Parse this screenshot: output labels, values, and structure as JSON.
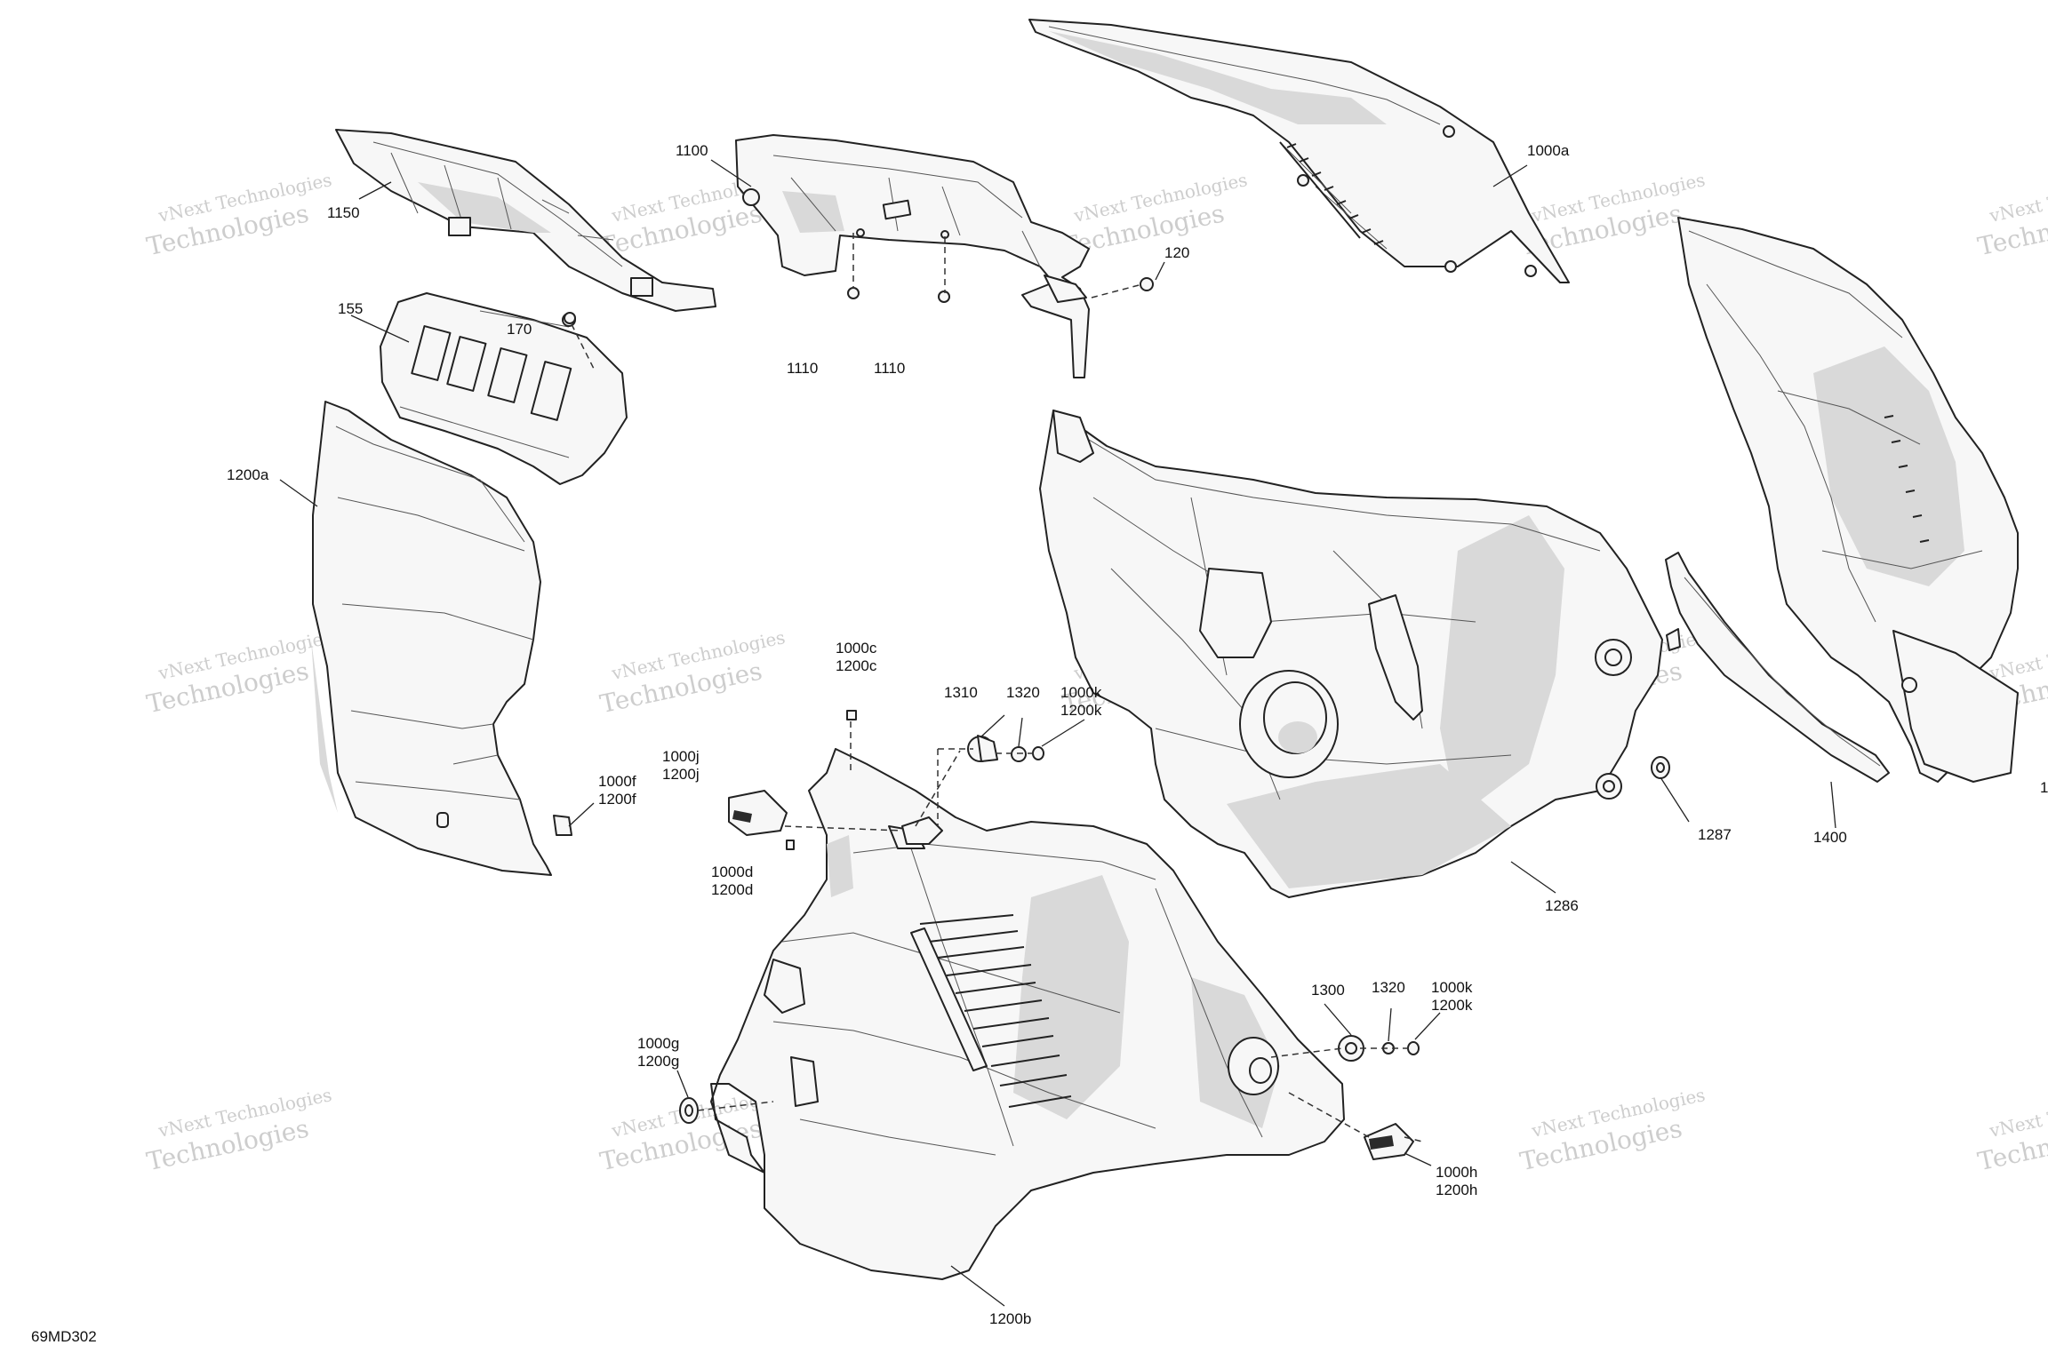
{
  "diagram": {
    "code": "69MD302",
    "watermark": {
      "line1": "vNext Technologies",
      "line2": "Technologies"
    },
    "callouts": {
      "c1150": "1150",
      "c1100": "1100",
      "c1110a": "1110",
      "c1110b": "1110",
      "c120": "120",
      "c1000a": "1000a",
      "c155": "155",
      "c170": "170",
      "c1200a": "1200a",
      "c1000c": "1000c",
      "c1200c": "1200c",
      "c1310": "1310",
      "c1320a": "1320",
      "c1000k_a": "1000k",
      "c1200k_a": "1200k",
      "c1000j": "1000j",
      "c1200j": "1200j",
      "c1000f": "1000f",
      "c1200f": "1200f",
      "c1000d": "1000d",
      "c1200d": "1200d",
      "c1287": "1287",
      "c1400": "1400",
      "c1286": "1286",
      "c1300": "1300",
      "c1320b": "1320",
      "c1000k_b": "1000k",
      "c1200k_b": "1200k",
      "c1000g": "1000g",
      "c1200g": "1200g",
      "c1000h": "1000h",
      "c1200h": "1200h",
      "c1200b": "1200b",
      "c1edge": "1"
    }
  }
}
